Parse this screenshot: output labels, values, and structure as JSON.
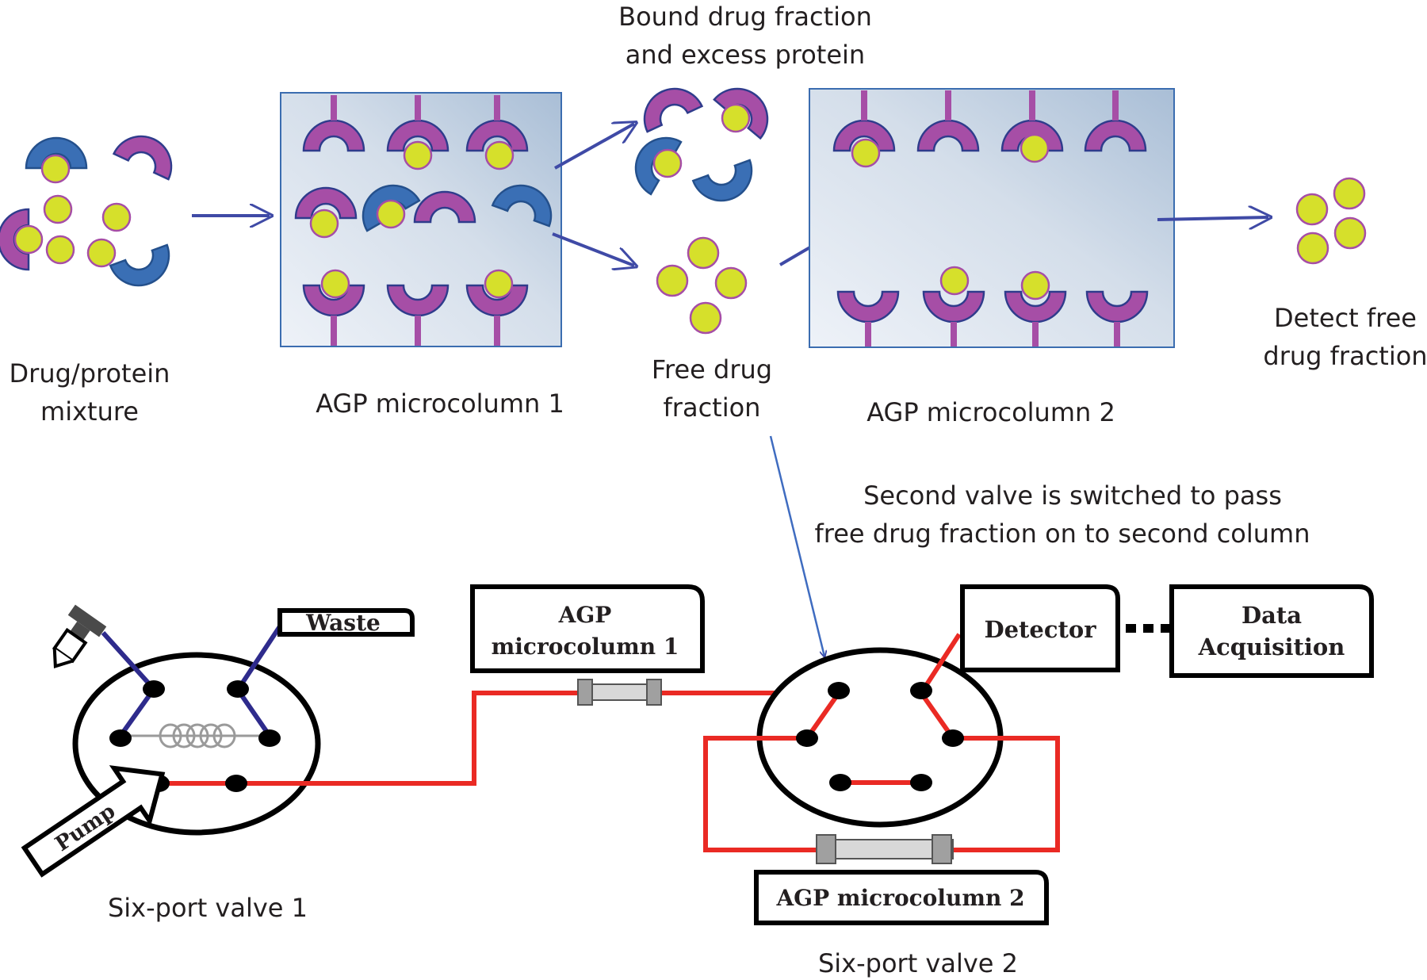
{
  "colors": {
    "protein_purple": "#a64ea6",
    "protein_blue": "#3a6fb5",
    "drug": "#d6e02b",
    "arrow": "#3f4aa6",
    "tubing": "#ea2a24",
    "valve_line": "#2e2b8c",
    "column_fill": "#c9d5e4"
  },
  "top": {
    "label_mixture": [
      "Drug/protein",
      "mixture"
    ],
    "label_col1": "AGP microcolumn 1",
    "label_bound": [
      "Bound drug fraction",
      "and excess protein"
    ],
    "label_free": [
      "Free drug",
      "fraction"
    ],
    "label_col2": "AGP microcolumn 2",
    "label_detect": [
      "Detect free",
      "drug fraction"
    ]
  },
  "note": [
    "Second valve is switched to pass",
    "free drug fraction on to second column"
  ],
  "bottom": {
    "waste": "Waste",
    "pump": "Pump",
    "agp_col1_box": [
      "AGP",
      "microcolumn 1"
    ],
    "detector": "Detector",
    "data_acq": [
      "Data",
      "Acquisition"
    ],
    "agp_col2_box": "AGP microcolumn 2",
    "valve1": "Six-port valve 1",
    "valve2": "Six-port valve 2"
  }
}
